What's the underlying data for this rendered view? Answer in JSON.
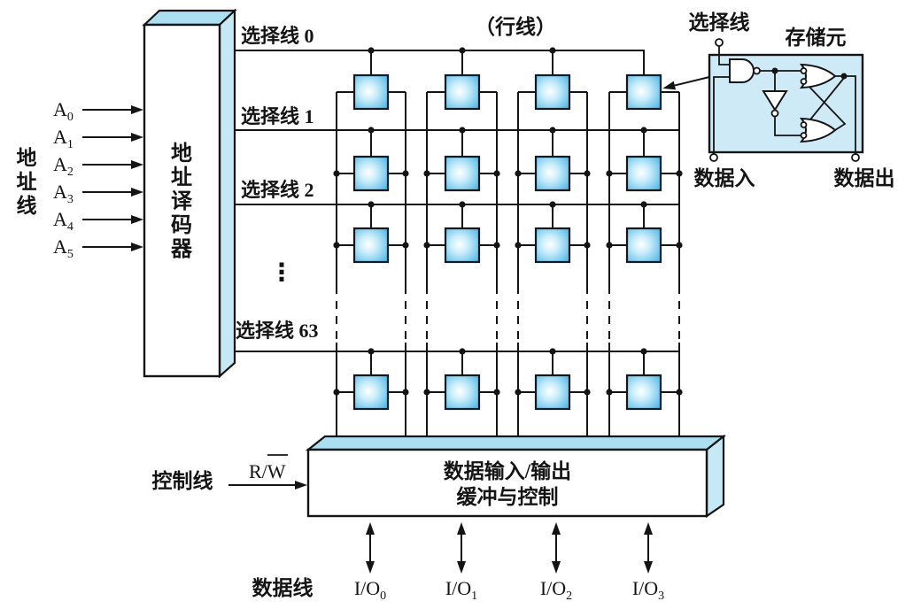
{
  "colors": {
    "background": "#ffffff",
    "line": "#141414",
    "block_top_face": "#addff3",
    "block_side_face": "#c6e9f8",
    "cell_blue": "#3fb0e3",
    "inset_fill": "#cfeaf7"
  },
  "address_bus": {
    "label": "地址线",
    "inputs": [
      {
        "base": "A",
        "sub": "0"
      },
      {
        "base": "A",
        "sub": "1"
      },
      {
        "base": "A",
        "sub": "2"
      },
      {
        "base": "A",
        "sub": "3"
      },
      {
        "base": "A",
        "sub": "4"
      },
      {
        "base": "A",
        "sub": "5"
      }
    ]
  },
  "decoder": {
    "label": "地址译码器"
  },
  "array": {
    "row_line_note": "（行线）",
    "ellipsis": "⋮",
    "select_lines": [
      {
        "label": "选择线 0"
      },
      {
        "label": "选择线 1"
      },
      {
        "label": "选择线 2"
      },
      {
        "label": "选择线 63"
      }
    ]
  },
  "inset": {
    "select_line_label": "选择线",
    "title": "存储元",
    "data_in_label": "数据入",
    "data_out_label": "数据出"
  },
  "io_buffer": {
    "label_line1": "数据输入/输出",
    "label_line2": "缓冲与控制"
  },
  "control": {
    "label": "控制线",
    "signal_base": "R/",
    "signal_overlined": "W"
  },
  "data_bus": {
    "label": "数据线",
    "ports": [
      {
        "base": "I/O",
        "sub": "0"
      },
      {
        "base": "I/O",
        "sub": "1"
      },
      {
        "base": "I/O",
        "sub": "2"
      },
      {
        "base": "I/O",
        "sub": "3"
      }
    ]
  }
}
